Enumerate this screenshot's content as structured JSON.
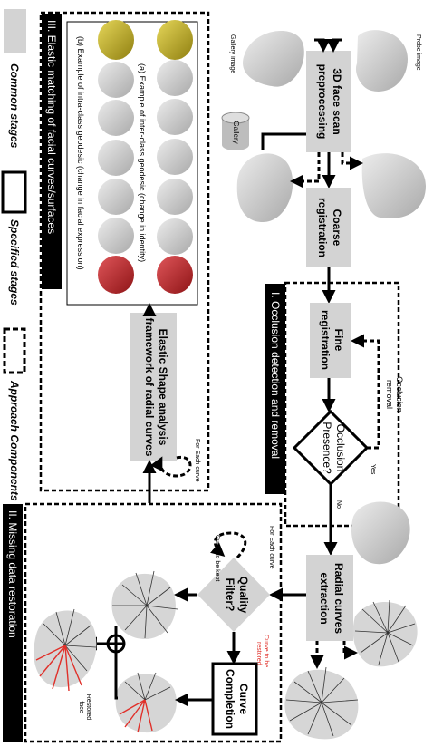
{
  "legend": {
    "common": "Common stages",
    "specified": "Specified stages",
    "components": "Approach Components"
  },
  "sections": {
    "elastic": "III. Elastic matching of facial curves/surfaces",
    "occlusion": "I. Occlusion detection and removal",
    "missing": "II. Missing data restoration"
  },
  "nodes": {
    "preprocessing": [
      "3D face scan",
      "preprocessing"
    ],
    "coarse": [
      "Coarse",
      "registration"
    ],
    "fine": [
      "Fine",
      "registration"
    ],
    "occlusion_q": [
      "Occlusion",
      "Presence?"
    ],
    "radial": [
      "Radial curves",
      "extraction"
    ],
    "quality": [
      "Quality",
      "Filter?"
    ],
    "completion": [
      "Curve",
      "Completion"
    ],
    "elastic_shape": [
      "Elastic Shape analysis",
      "framework of radial curves"
    ],
    "gallery_db": "Gallery"
  },
  "annotations": {
    "probe": "Probe image",
    "gallery": "Gallery image",
    "occlusion_removal": [
      "Occlusion",
      "removal"
    ],
    "yes": "Yes",
    "no": "No",
    "for_each_curve_top": "For Each curve",
    "for_each_curve_mid": "For Each curve",
    "curve_kept": "Curve to be kept",
    "curve_restored": [
      "Curve to be",
      "restored"
    ],
    "restored_face": [
      "Restored",
      "face"
    ]
  },
  "geodesic": {
    "a": "(a) Example of inter-class geodesic (change in identity)",
    "b": "(b) Example of intra-class geodesic (change in facial expression)"
  },
  "colors": {
    "common_fill": "#d3d3d3",
    "face_gray": "#cfcfcf",
    "yellow": "#c9b52a",
    "red": "#c0282b",
    "restore_red": "#e0302a",
    "black": "#000000"
  }
}
